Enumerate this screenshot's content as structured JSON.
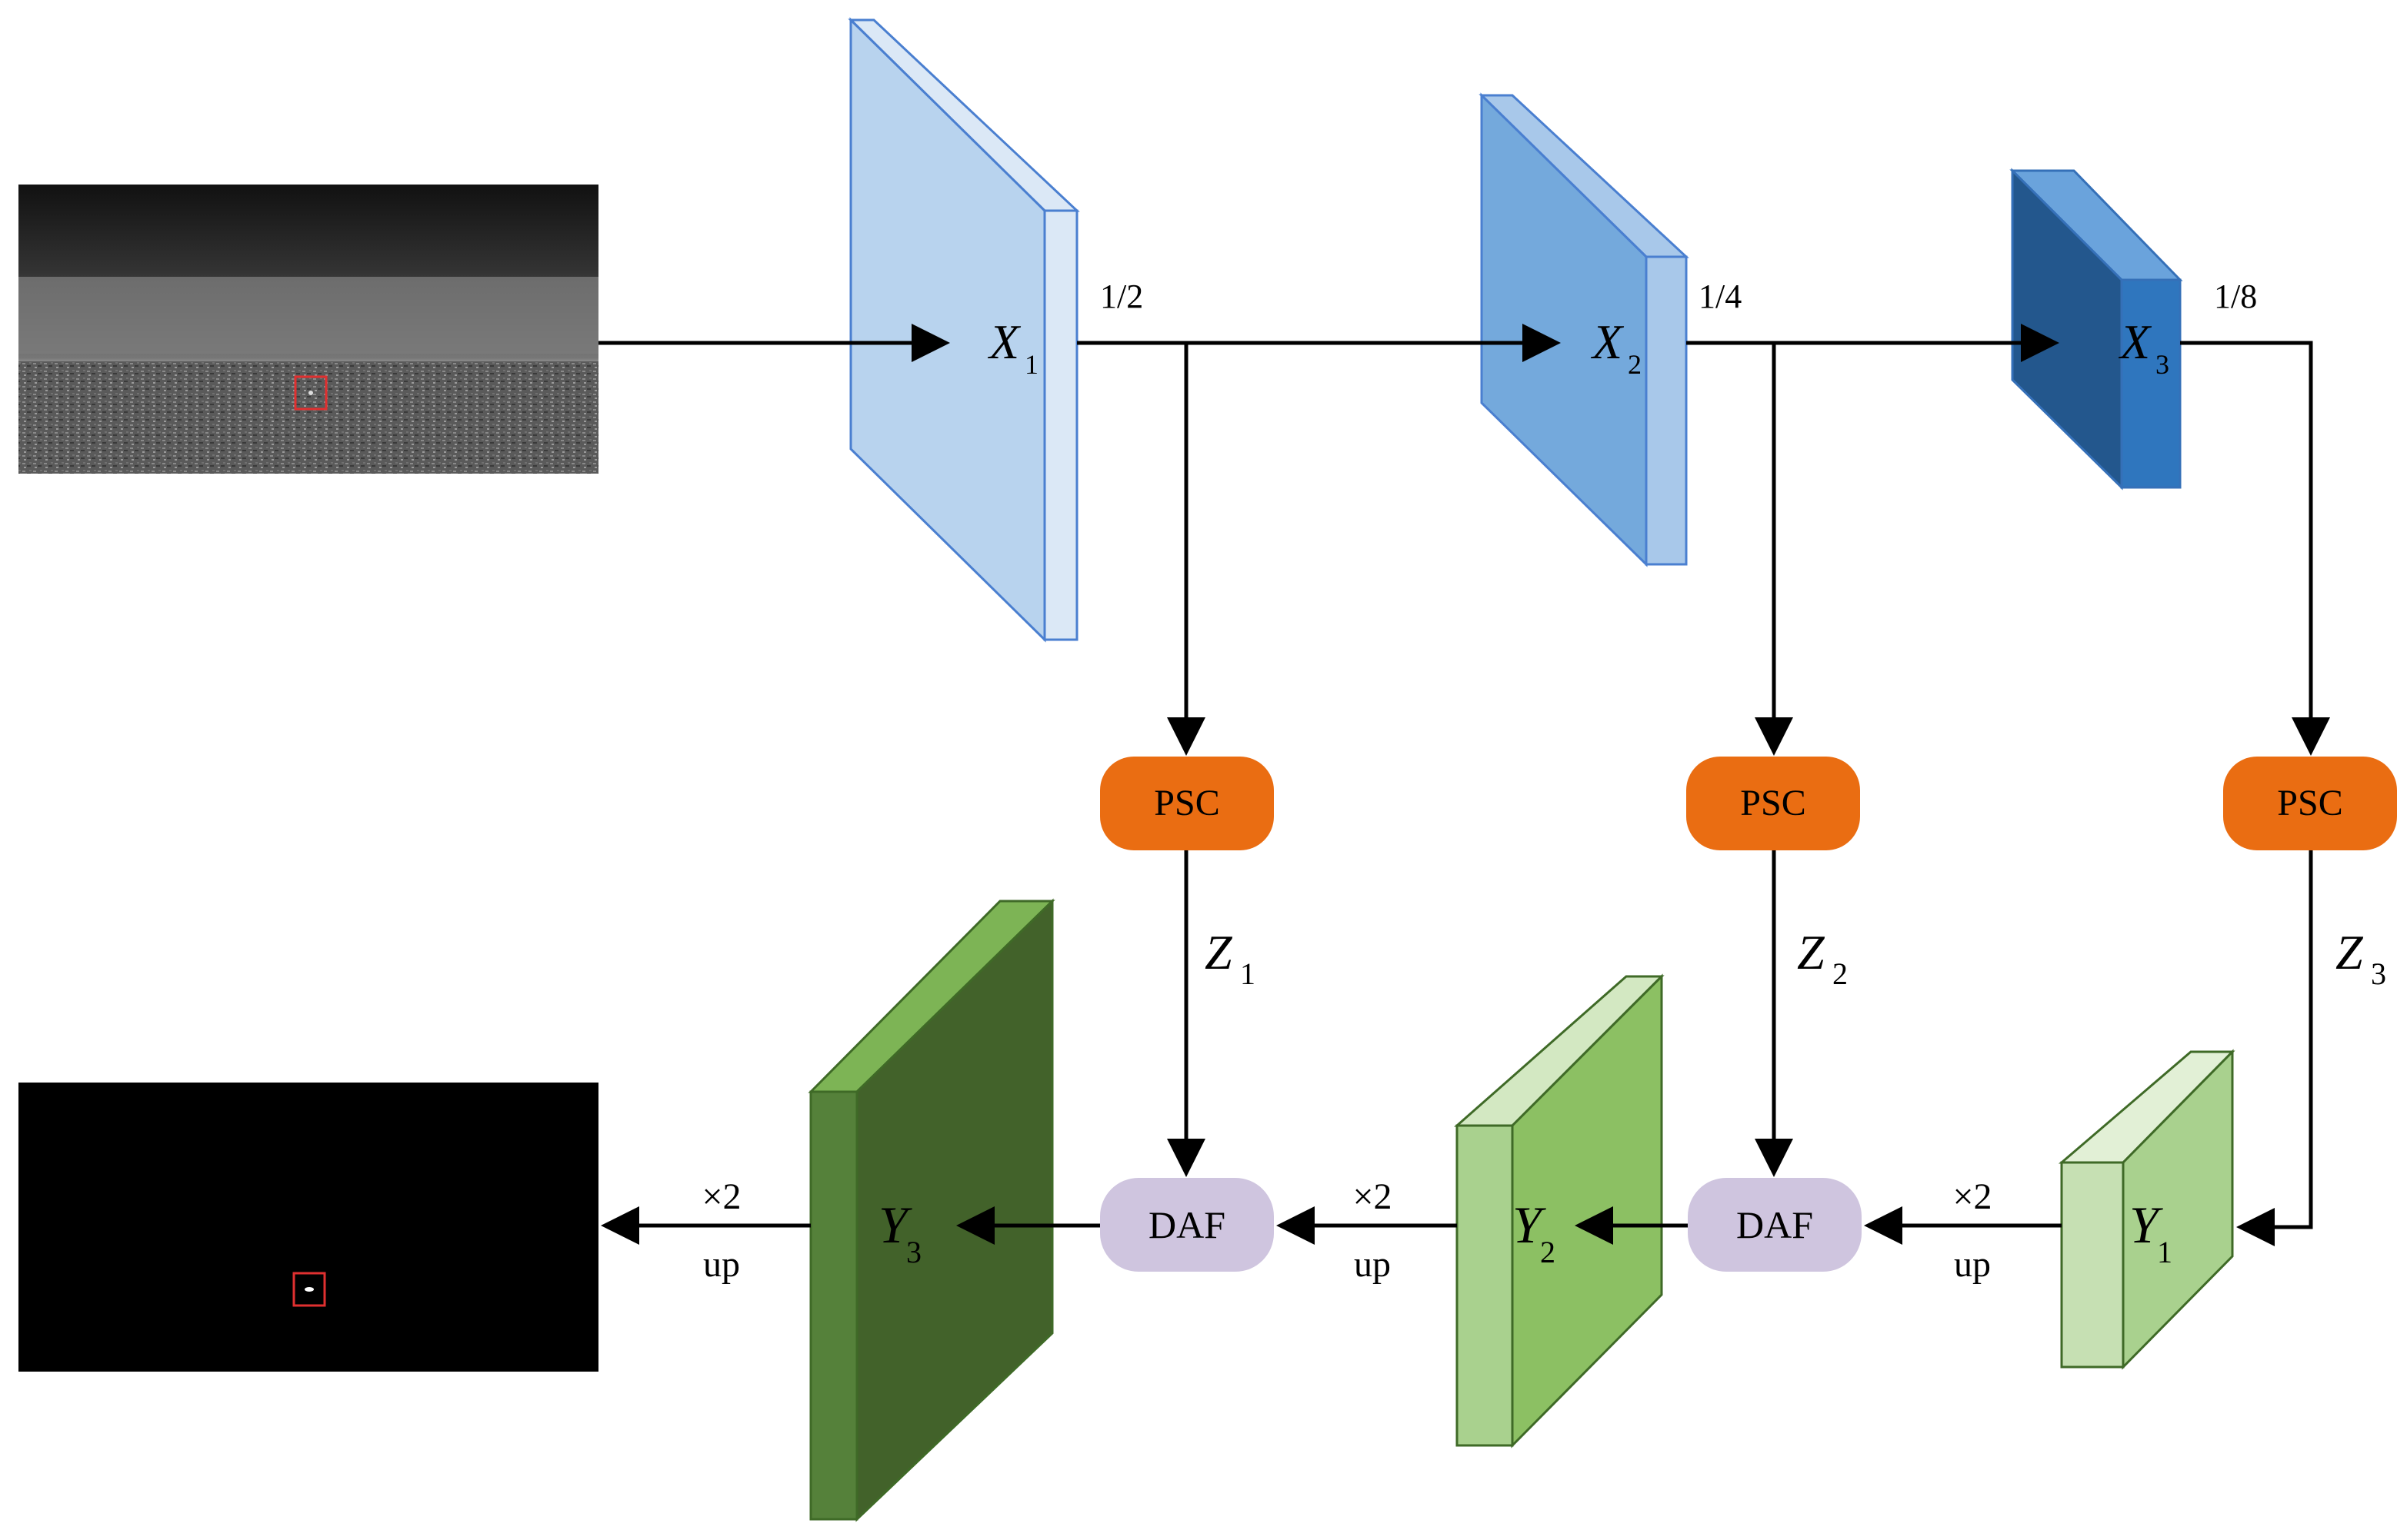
{
  "features": {
    "x1": {
      "symbol": "X",
      "subscript": "1",
      "scale": "1/2"
    },
    "x2": {
      "symbol": "X",
      "subscript": "2",
      "scale": "1/4"
    },
    "x3": {
      "symbol": "X",
      "subscript": "3",
      "scale": "1/8"
    },
    "y1": {
      "symbol": "Y",
      "subscript": "1"
    },
    "y2": {
      "symbol": "Y",
      "subscript": "2"
    },
    "y3": {
      "symbol": "Y",
      "subscript": "3"
    },
    "z1": {
      "symbol": "Z",
      "subscript": "1"
    },
    "z2": {
      "symbol": "Z",
      "subscript": "2"
    },
    "z3": {
      "symbol": "Z",
      "subscript": "3"
    }
  },
  "modules": {
    "psc_label": "PSC",
    "daf_label": "DAF"
  },
  "upsample": {
    "factor": "×2",
    "op": "up"
  },
  "colors": {
    "x1": "#b8d3ee",
    "x2": "#74a9dc",
    "x3": "#2f76be",
    "y1": "#a9d18e",
    "y2": "#8cc063",
    "y3": "#55813a",
    "psc": "#ea6d12",
    "daf": "#cfc5df",
    "arrow": "#000000",
    "marker": "#e03030"
  }
}
